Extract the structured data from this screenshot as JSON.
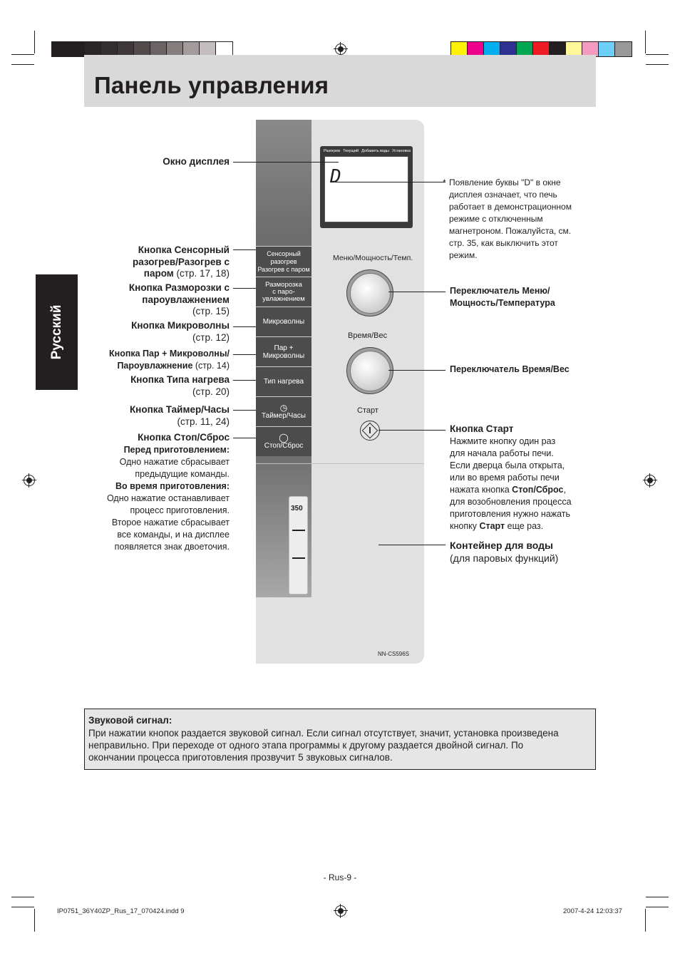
{
  "colors": {
    "grayscale": [
      "#231f20",
      "#231f20",
      "#2a2627",
      "#332e2f",
      "#3e3839",
      "#514b4c",
      "#6a6364",
      "#857e7f",
      "#a39c9d",
      "#c4bdbe",
      "#ffffff"
    ],
    "process": [
      "#fff200",
      "#ec008c",
      "#00aeef",
      "#2e3192",
      "#00a651",
      "#ed1c24",
      "#231f20",
      "#fff799",
      "#f49ac1",
      "#6dcff6",
      "#999999"
    ]
  },
  "page": {
    "title": "Панель управления",
    "side_tab": "Русский",
    "page_number": "- Rus-9 -",
    "slug_left": "IP0751_36Y40ZP_Rus_17_070424.indd   9",
    "slug_right": "2007-4-24   12:03:37"
  },
  "panel": {
    "display_labels": [
      "Разогрев",
      "Текущий",
      "Добавить воды",
      "Установка"
    ],
    "display_char": "D",
    "buttons": [
      {
        "line1": "Сенсорный разогрев",
        "line2": "Разогрев с паром",
        "line3": ""
      },
      {
        "line1": "Разморозка",
        "line2": "с паро-",
        "line3": "увлажнением"
      },
      {
        "line1": "Микроволны",
        "line2": "",
        "line3": ""
      },
      {
        "line1": "Пар +",
        "line2": "Микроволны",
        "line3": ""
      },
      {
        "line1": "Тип нагрева",
        "line2": "",
        "line3": ""
      },
      {
        "line1": "Таймер/Часы",
        "line2": "",
        "line3": ""
      },
      {
        "line1": "Стоп/Сброс",
        "line2": "",
        "line3": ""
      }
    ],
    "knob1_label": "Меню/Мощность/Темп.",
    "knob2_label": "Время/Вес",
    "start_label": "Старт",
    "water_level": "350",
    "model": "NN-CS596S"
  },
  "left_callouts": {
    "display_window": "Окно дисплея",
    "sensor_bold": "Кнопка Сенсорный разогрев/Разогрев с паром",
    "sensor_ref": "(стр. 17, 18)",
    "sensor_l1": "Кнопка Сенсорный",
    "sensor_l2": "разогрев/Разогрев с",
    "sensor_l3": "паром",
    "defrost_l1": "Кнопка Разморозки с",
    "defrost_l2": "пароувлажнением",
    "defrost_ref": "(стр. 15)",
    "micro_l1": "Кнопка Микроволны",
    "micro_ref": "(стр. 12)",
    "steam_l1": "Кнопка Пар + Микроволны/",
    "steam_l2": "Пароувлажнение",
    "steam_ref": "(стр. 14)",
    "heat_l1": "Кнопка Типа нагрева",
    "heat_ref": "(стр. 20)",
    "timer_l1": "Кнопка Таймер/Часы",
    "timer_ref": "(стр. 11, 24)",
    "stop_l1": "Кнопка Стоп/Сброс",
    "before_title": "Перед приготовлением:",
    "before_l1": "Одно нажатие сбрасывает",
    "before_l2": "предыдущие команды.",
    "during_title": "Во время приготовления:",
    "during_l1": "Одно нажатие останавливает",
    "during_l2": "процесс приготовления.",
    "during_l3": "Второе нажатие сбрасывает",
    "during_l4": "все команды, и на дисплее",
    "during_l5": "появляется знак двоеточия."
  },
  "right_callouts": {
    "note_asterisk": "*",
    "note_lines": [
      "Появление буквы \"D\" в окне",
      "дисплея означает, что печь",
      "работает в демонстрационном",
      "режиме с отключенным",
      "магнетроном. Пожалуйста, см.",
      "стр. 35, как выключить этот",
      "режим."
    ],
    "menu_l1": "Переключатель Меню/",
    "menu_l2": "Мощность/Температура",
    "time_l1": "Переключатель Время/Вес",
    "start_title": "Кнопка Старт",
    "start_l1": "Нажмите кнопку один раз",
    "start_l2": "для начала работы печи.",
    "start_l3": "Если дверца была открыта,",
    "start_l4": "или во время работы печи",
    "start_l5a": "нажата кнопка ",
    "start_l5b": "Стоп/Сброс",
    "start_l5c": ",",
    "start_l6": "для возобновления процесса",
    "start_l7": "приготовления нужно нажать",
    "start_l8a": "кнопку ",
    "start_l8b": "Старт",
    "start_l8c": " еще раз.",
    "water_title": "Контейнер для воды",
    "water_sub": "(для паровых функций)"
  },
  "sound": {
    "title": "Звуковой сигнал:",
    "lines": [
      "При нажатии кнопок раздается звуковой сигнал. Если сигнал отсутствует, значит, установка произведена",
      "неправильно. При переходе от одного этапа программы к другому раздается двойной сигнал. По",
      "окончании процесса приготовления прозвучит 5 звуковых сигналов."
    ]
  }
}
